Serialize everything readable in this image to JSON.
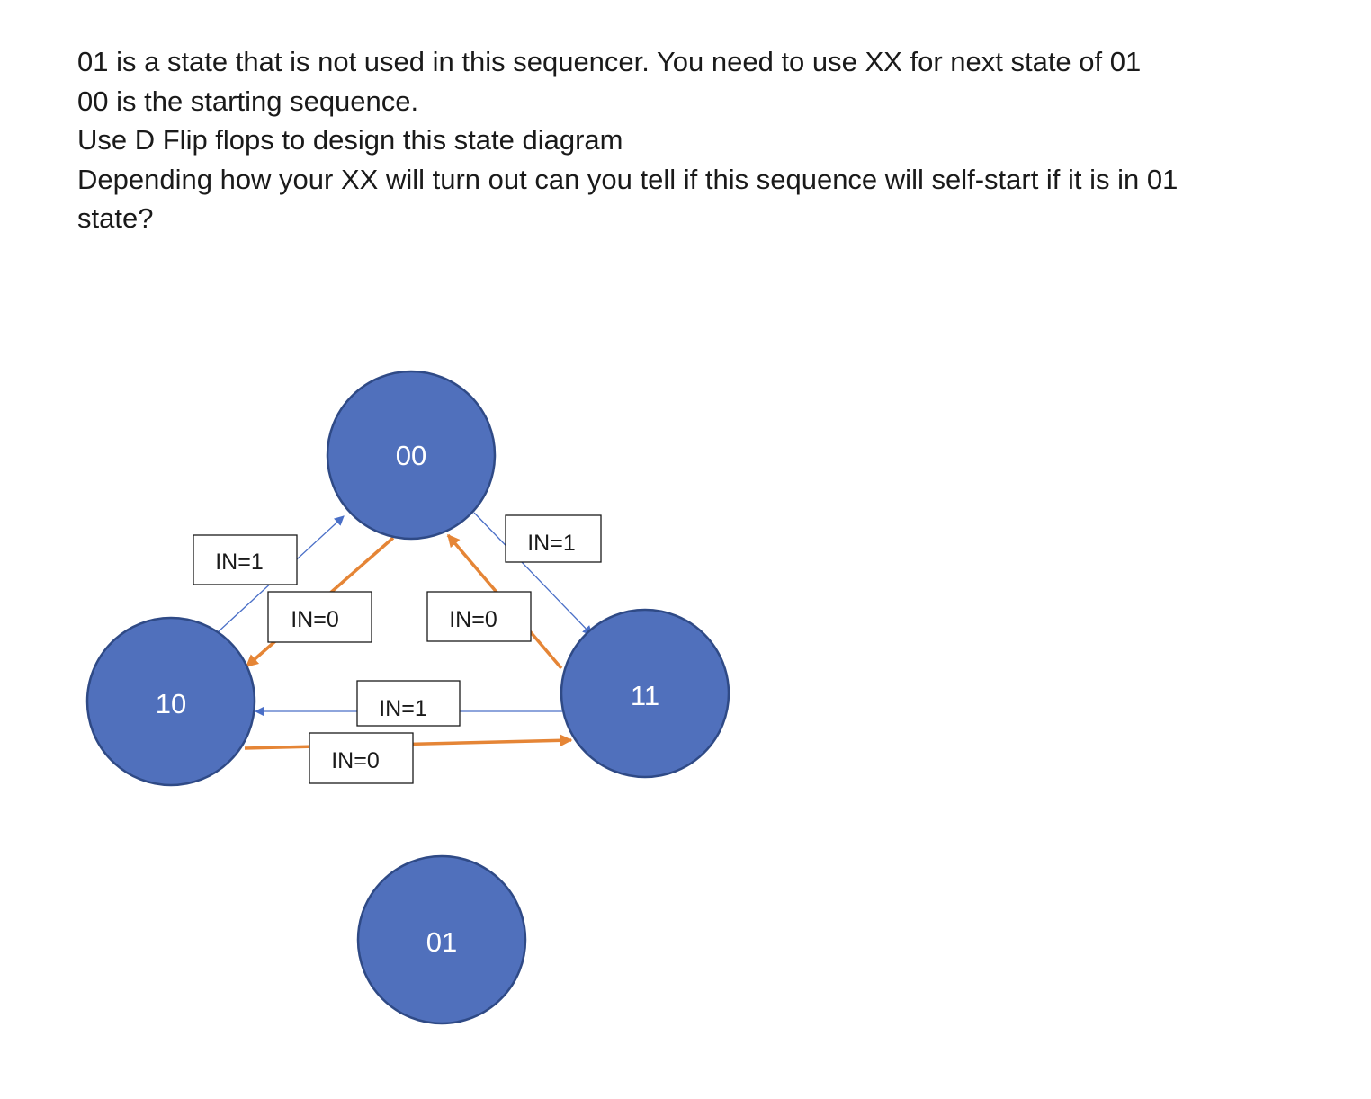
{
  "question": {
    "lines": [
      "01 is a state that is not used in this sequencer. You need to use XX for next state of 01",
      "00 is the starting sequence.",
      "Use D Flip flops to design this state diagram",
      "Depending how your XX will turn out can you tell if this sequence will self-start if it is in 01",
      "state?"
    ]
  },
  "diagram": {
    "colors": {
      "state_fill": "#5070BC",
      "state_stroke": "#2F4A86",
      "state_text": "#FFFFFF",
      "in1_edge": "#4A6FC7",
      "in0_edge": "#E58536",
      "label_box_border": "#1a1a1a"
    },
    "states": {
      "s00": "00",
      "s10": "10",
      "s11": "11",
      "s01": "01"
    },
    "edge_labels": {
      "e10_00": "IN=1",
      "e00_10": "IN=0",
      "e00_11": "IN=1",
      "e11_00": "IN=0",
      "e11_10": "IN=1",
      "e10_11": "IN=0"
    },
    "transitions": [
      {
        "from": "10",
        "to": "00",
        "input": "IN=1"
      },
      {
        "from": "00",
        "to": "10",
        "input": "IN=0"
      },
      {
        "from": "00",
        "to": "11",
        "input": "IN=1"
      },
      {
        "from": "11",
        "to": "00",
        "input": "IN=0"
      },
      {
        "from": "11",
        "to": "10",
        "input": "IN=1"
      },
      {
        "from": "10",
        "to": "11",
        "input": "IN=0"
      }
    ]
  }
}
